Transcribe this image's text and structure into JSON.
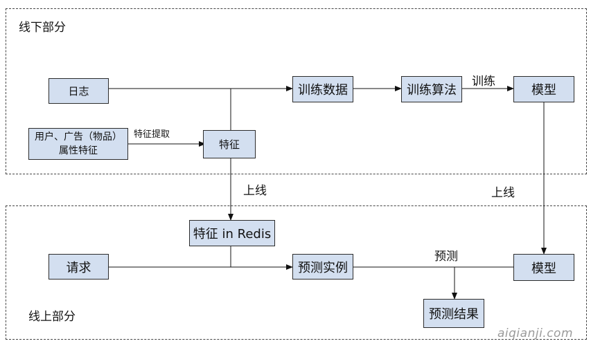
{
  "regions": {
    "offline_label": "线下部分",
    "online_label": "线上部分"
  },
  "nodes": {
    "log": "日志",
    "user_ad_attrs_line1": "用户、广告（物品）",
    "user_ad_attrs_line2": "属性特征",
    "feature": "特征",
    "training_data": "训练数据",
    "training_algorithm": "训练算法",
    "model_offline": "模型",
    "feature_in_redis": "特征 in Redis",
    "request": "请求",
    "prediction_instance": "预测实例",
    "model_online": "模型",
    "prediction_result": "预测结果"
  },
  "edge_labels": {
    "feature_extraction": "特征提取",
    "train": "训练",
    "deploy_feature": "上线",
    "deploy_model": "上线",
    "predict": "预测"
  },
  "watermark": "aiqianji.com",
  "colors": {
    "node_fill": "#d3dff0",
    "node_border": "#2b2b2b",
    "line": "#111111",
    "region_border": "#444444",
    "watermark": "#9a9a9a"
  }
}
